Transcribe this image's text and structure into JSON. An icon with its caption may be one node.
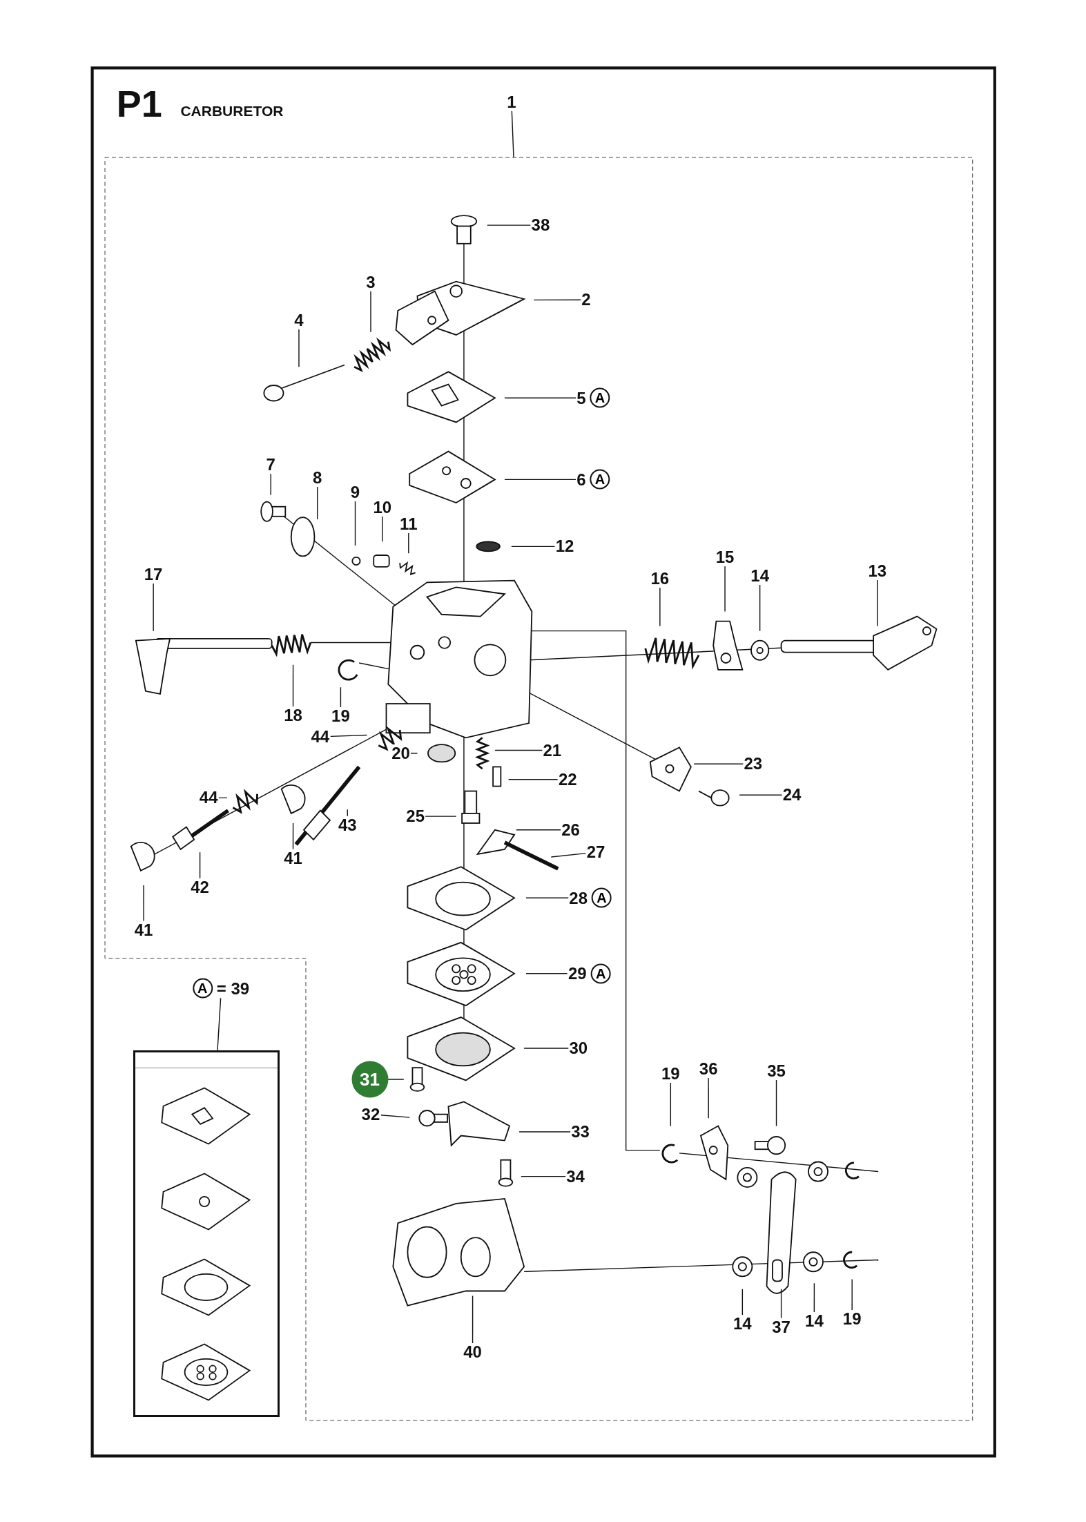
{
  "diagram": {
    "nodes": [
      {
        "text": [
          "1"
        ]
      },
      {
        "text": [],
        "shape": "box"
      },
      {
        "text": [
          "38"
        ],
        "in": 1
      },
      {
        "text": [
          "2"
        ],
        "in": 1
      },
      {
        "text": [
          "3"
        ],
        "in": 1
      },
      {
        "text": [
          "4"
        ],
        "in": 1
      },
      {
        "text": [
          "5",
          "A"
        ],
        "in": 1
      },
      {
        "text": [
          "6",
          "A"
        ],
        "in": 1
      },
      {
        "text": [
          "7"
        ],
        "in": 1
      },
      {
        "text": [
          "8"
        ],
        "in": 1
      },
      {
        "text": [
          "9"
        ],
        "in": 1
      },
      {
        "text": [
          "10"
        ],
        "in": 1
      },
      {
        "text": [
          "11"
        ],
        "in": 1
      },
      {
        "text": [
          "12"
        ],
        "in": 1
      },
      {
        "text": [
          "13"
        ],
        "in": 1
      },
      {
        "text": [
          "14"
        ],
        "in": 1
      },
      {
        "text": [
          "15"
        ],
        "in": 1
      },
      {
        "text": [
          "16"
        ],
        "in": 1
      },
      {
        "text": [
          "17"
        ],
        "in": 1
      },
      {
        "text": [
          "18"
        ],
        "in": 1
      },
      {
        "text": [
          "19"
        ],
        "in": 1
      },
      {
        "text": [
          "44"
        ],
        "in": 1
      },
      {
        "text": [
          "20"
        ],
        "in": 1
      },
      {
        "text": [
          "21"
        ],
        "in": 1
      },
      {
        "text": [
          "22"
        ],
        "in": 1
      },
      {
        "text": [
          "23"
        ],
        "in": 1
      },
      {
        "text": [
          "24"
        ],
        "in": 1
      },
      {
        "text": [
          "44"
        ],
        "in": 1
      },
      {
        "text": [
          "43"
        ],
        "in": 1
      },
      {
        "text": [
          "25"
        ],
        "in": 1
      },
      {
        "text": [
          "26"
        ],
        "in": 1
      },
      {
        "text": [
          "27"
        ],
        "in": 1
      },
      {
        "text": [
          "41"
        ],
        "in": 1
      },
      {
        "text": [
          "42"
        ],
        "in": 1
      },
      {
        "text": [
          "41"
        ],
        "in": 1
      },
      {
        "text": [
          "28",
          "A"
        ],
        "in": 1
      },
      {
        "text": [
          "29",
          "A"
        ],
        "in": 1
      },
      {
        "text": [
          "30"
        ],
        "in": 1
      },
      {
        "text": [
          "31"
        ],
        "in": 1
      },
      {
        "text": [
          "19"
        ],
        "in": 1
      },
      {
        "text": [
          "36"
        ],
        "in": 1
      },
      {
        "text": [
          "35"
        ],
        "in": 1
      },
      {
        "text": [
          "32"
        ],
        "in": 1
      },
      {
        "text": [
          "33"
        ],
        "in": 1
      },
      {
        "text": [
          "34"
        ],
        "in": 1
      },
      {
        "text": [
          "14"
        ],
        "in": 1
      },
      {
        "text": [
          "37"
        ],
        "in": 1
      },
      {
        "text": [
          "14"
        ],
        "in": 1
      },
      {
        "text": [
          "19"
        ],
        "in": 1
      },
      {
        "text": [
          "40"
        ],
        "in": 1
      },
      {
        "text": [
          "A",
          "= 39"
        ]
      },
      {
        "text": [],
        "shape": "box"
      }
    ],
    "edges": [
      {
        "from": 0,
        "to": 1,
        "arrow": "none"
      },
      {
        "from": 2,
        "to": null,
        "arrow": "none"
      },
      {
        "from": 3,
        "to": null,
        "arrow": "none"
      },
      {
        "from": 4,
        "to": null,
        "arrow": "none"
      },
      {
        "from": 5,
        "to": null,
        "arrow": "none"
      },
      {
        "from": 6,
        "to": null,
        "arrow": "none"
      },
      {
        "from": 7,
        "to": null,
        "arrow": "none"
      },
      {
        "from": 8,
        "to": null,
        "arrow": "none"
      },
      {
        "from": 9,
        "to": null,
        "arrow": "none"
      },
      {
        "from": 10,
        "to": null,
        "arrow": "none"
      },
      {
        "from": 11,
        "to": null,
        "arrow": "none"
      },
      {
        "from": 12,
        "to": null,
        "arrow": "none"
      },
      {
        "from": 13,
        "to": null,
        "arrow": "none"
      },
      {
        "from": 14,
        "to": null,
        "arrow": "none"
      },
      {
        "from": 15,
        "to": null,
        "arrow": "none"
      },
      {
        "from": 16,
        "to": null,
        "arrow": "none"
      },
      {
        "from": 17,
        "to": null,
        "arrow": "none"
      },
      {
        "from": 18,
        "to": null,
        "arrow": "none"
      },
      {
        "from": 19,
        "to": null,
        "arrow": "none"
      },
      {
        "from": 20,
        "to": null,
        "arrow": "none"
      },
      {
        "from": 21,
        "to": null,
        "arrow": "none"
      },
      {
        "from": 22,
        "to": null,
        "arrow": "none"
      },
      {
        "from": 23,
        "to": null,
        "arrow": "none"
      },
      {
        "from": 24,
        "to": null,
        "arrow": "none"
      },
      {
        "from": 25,
        "to": null,
        "arrow": "none"
      },
      {
        "from": 26,
        "to": null,
        "arrow": "none"
      },
      {
        "from": 27,
        "to": null,
        "arrow": "none"
      },
      {
        "from": 28,
        "to": null,
        "arrow": "none"
      },
      {
        "from": 29,
        "to": null,
        "arrow": "none"
      },
      {
        "from": 30,
        "to": null,
        "arrow": "none"
      },
      {
        "from": 31,
        "to": null,
        "arrow": "none"
      },
      {
        "from": 32,
        "to": null,
        "arrow": "none"
      },
      {
        "from": 33,
        "to": null,
        "arrow": "none"
      },
      {
        "from": 34,
        "to": null,
        "arrow": "none"
      },
      {
        "from": 35,
        "to": null,
        "arrow": "none"
      },
      {
        "from": 36,
        "to": null,
        "arrow": "none"
      },
      {
        "from": 37,
        "to": null,
        "arrow": "none"
      },
      {
        "from": 38,
        "to": null,
        "arrow": "none"
      },
      {
        "from": 39,
        "to": null,
        "arrow": "none"
      },
      {
        "from": 40,
        "to": null,
        "arrow": "none"
      },
      {
        "from": 41,
        "to": null,
        "arrow": "none"
      },
      {
        "from": 42,
        "to": null,
        "arrow": "none"
      },
      {
        "from": 43,
        "to": null,
        "arrow": "none"
      },
      {
        "from": 44,
        "to": null,
        "arrow": "none"
      },
      {
        "from": 45,
        "to": null,
        "arrow": "none"
      },
      {
        "from": 46,
        "to": null,
        "arrow": "none"
      },
      {
        "from": 47,
        "to": null,
        "arrow": "none"
      },
      {
        "from": 48,
        "to": null,
        "arrow": "none"
      },
      {
        "from": 49,
        "to": null,
        "arrow": "none"
      },
      {
        "from": 50,
        "to": 51,
        "arrow": "none"
      }
    ],
    "labels": [
      "P1",
      "CARBURETOR"
    ]
  }
}
